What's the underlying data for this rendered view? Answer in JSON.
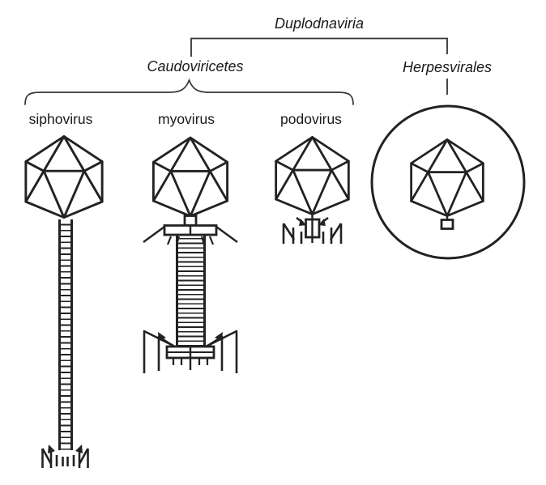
{
  "colors": {
    "background": "#ffffff",
    "line": "#222222",
    "text": "#1a1a1a"
  },
  "taxonomy": {
    "realm": "Duplodnaviria",
    "class": "Caudoviricetes",
    "order": "Herpesvirales"
  },
  "morphotypes": [
    "siphovirus",
    "myovirus",
    "podovirus"
  ]
}
